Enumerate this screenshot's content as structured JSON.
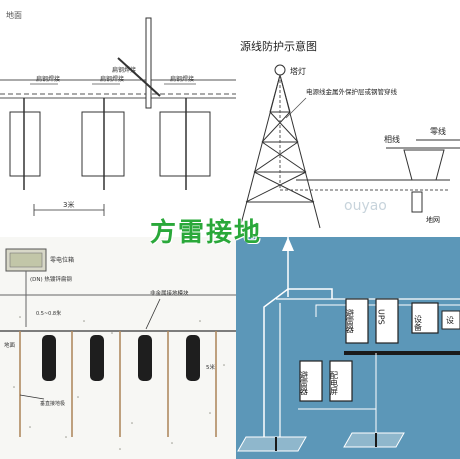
{
  "banner": "方雷接地",
  "top_left": {
    "ground_label": "地面",
    "callout_a": "扁钢焊接",
    "callout_b": "扁钢焊接",
    "callout_c": "扁钢焊接",
    "spacing_label": "3米"
  },
  "top_right": {
    "title": "源线防护示意图",
    "tower_light": "塔灯",
    "cable_note": "电源线金属外保护层或钢管穿线",
    "phase_line": "相线",
    "neutral_line": "零线",
    "ground_note": "地网",
    "watermark": "ouyao"
  },
  "bottom_left": {
    "equipment_box": "零电位箱",
    "note1": "(DN) 热镀锌扁钢",
    "note2": "非金属接地模块",
    "depth_label": "0.5~0.8米",
    "left_label": "地面",
    "right_label": "5米",
    "bottom_note": "垂直接地极"
  },
  "bottom_right": {
    "arrester_1": "避雷器",
    "arrester_2": "避雷器",
    "ups": "UPS",
    "equipment": "设备",
    "distribution": "配电屏",
    "corner_box": "设"
  }
}
